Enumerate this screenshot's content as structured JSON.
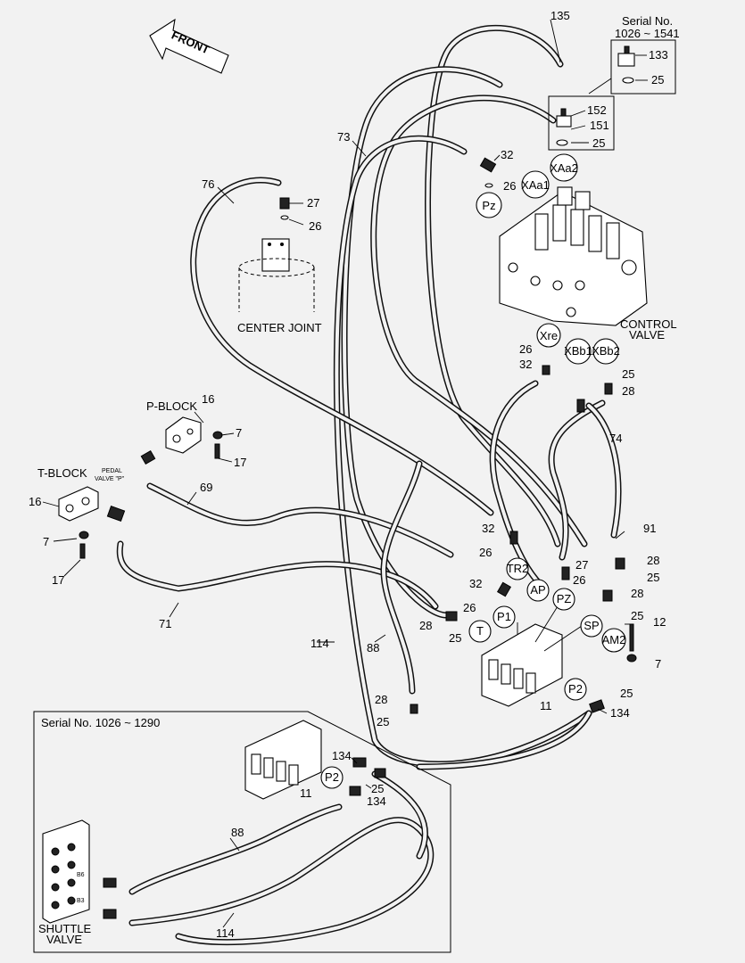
{
  "front_label": "FRONT",
  "serial_top": {
    "line1": "Serial No.",
    "line2": "1026 ~ 1541"
  },
  "serial_inset": "Serial No. 1026 ~ 1290",
  "titles": {
    "center_joint": "CENTER JOINT",
    "control_valve_1": "CONTROL",
    "control_valve_2": "VALVE",
    "p_block": "P-BLOCK",
    "t_block": "T-BLOCK",
    "pedal_valve_1": "PEDAL",
    "pedal_valve_2": "VALVE \"P\"",
    "shuttle_valve_1": "SHUTTLE",
    "shuttle_valve_2": "VALVE",
    "port_b6": "B6",
    "port_b3": "B3"
  },
  "ports": {
    "xaa2": "XAa2",
    "xaa1": "XAa1",
    "pz_top": "Pz",
    "xre": "Xre",
    "xbb1": "XBb1",
    "xbb2": "XBb2",
    "tr2": "TR2",
    "ap": "AP",
    "pz2": "PZ",
    "p1": "P1",
    "t": "T",
    "sp": "SP",
    "am2": "AM2",
    "p2": "P2",
    "p2_inset": "P2"
  },
  "callouts": {
    "c135": "135",
    "c133": "133",
    "c25a": "25",
    "c152": "152",
    "c151": "151",
    "c25b": "25",
    "c73": "73",
    "c32a": "32",
    "c26a": "26",
    "c76": "76",
    "c27a": "27",
    "c26b": "26",
    "c26c": "26",
    "c32b": "32",
    "c25c": "25",
    "c28a": "28",
    "c74": "74",
    "c16a": "16",
    "c7a": "7",
    "c17a": "17",
    "c16b": "16",
    "c7b": "7",
    "c17b": "17",
    "c69": "69",
    "c71": "71",
    "c32c": "32",
    "c26d": "26",
    "c27b": "27",
    "c26e": "26",
    "c32d": "32",
    "c26f": "26",
    "c91": "91",
    "c28b": "28",
    "c25d": "25",
    "c28c": "28",
    "c25e": "25",
    "c12": "12",
    "c7c": "7",
    "c28d": "28",
    "c25f": "25",
    "c114a": "114",
    "c88a": "88",
    "c28e": "28",
    "c25g": "25",
    "c11a": "11",
    "c25h": "25",
    "c134a": "134",
    "c134b": "134",
    "c25i": "25",
    "c134c": "134",
    "c11b": "11",
    "c88b": "88",
    "c114b": "114"
  }
}
